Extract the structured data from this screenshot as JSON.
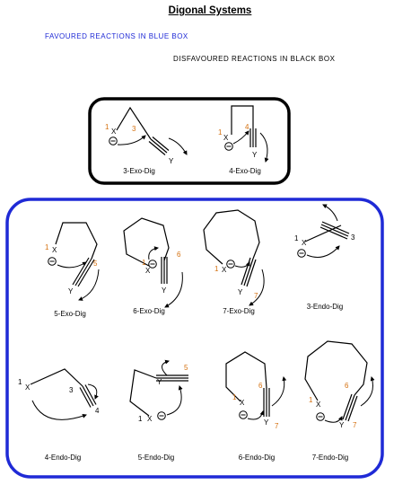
{
  "title": "Digonal Systems",
  "favoured_label": "FAVOURED REACTIONS IN BLUE BOX",
  "disfavoured_label": "DISFAVOURED REACTIONS IN BLACK BOX",
  "colors": {
    "favoured_box": "#1f2ad6",
    "disfavoured_box": "#000000",
    "atom_number": "#d4700f"
  },
  "disfavoured_reactions": [
    {
      "name": "3-Exo-Dig",
      "x_label": "X",
      "y_label": "Y",
      "nucleophile_num": "1",
      "attacked_num": "3"
    },
    {
      "name": "4-Exo-Dig",
      "x_label": "X",
      "y_label": "Y",
      "nucleophile_num": "1",
      "attacked_num": "4"
    }
  ],
  "favoured_reactions": [
    {
      "name": "5-Exo-Dig",
      "x_label": "X",
      "y_label": "Y",
      "nucleophile_num": "1",
      "attacked_num": "5"
    },
    {
      "name": "6-Exo-Dig",
      "x_label": "X",
      "y_label": "Y",
      "nucleophile_num": "1",
      "attacked_num": "6"
    },
    {
      "name": "7-Exo-Dig",
      "x_label": "X",
      "y_label": "Y",
      "nucleophile_num": "1",
      "attacked_num": "7"
    },
    {
      "name": "3-Endo-Dig",
      "x_label": "X",
      "nucleophile_num": "1",
      "attacked_num": "3"
    },
    {
      "name": "4-Endo-Dig",
      "x_label": "X",
      "nucleophile_num": "1",
      "num_a": "3",
      "num_b": "4"
    },
    {
      "name": "5-Endo-Dig",
      "x_label": "X",
      "y_label": "Y",
      "nucleophile_num": "1",
      "attacked_num": "5"
    },
    {
      "name": "6-Endo-Dig",
      "x_label": "X",
      "y_label": "Y",
      "nucleophile_num": "1",
      "attacked_num": "6",
      "y_num": "7"
    },
    {
      "name": "7-Endo-Dig",
      "x_label": "X",
      "y_label": "Y",
      "nucleophile_num": "1",
      "attacked_num": "6",
      "y_num": "7"
    }
  ]
}
